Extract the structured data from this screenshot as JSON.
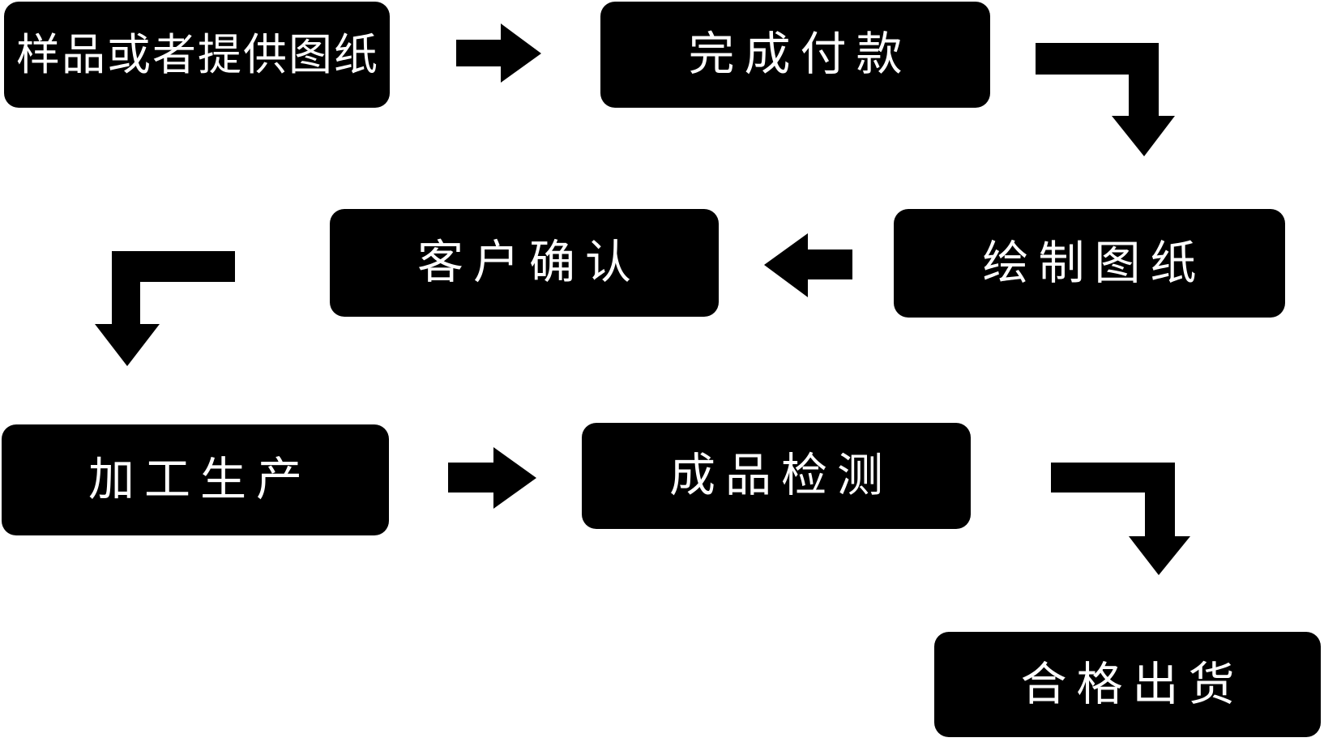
{
  "flow": {
    "background_color": "#ffffff",
    "node_fill_color": "#000000",
    "node_text_color": "#ffffff",
    "arrow_color": "#000000",
    "nodes": [
      {
        "label": "样品或者提供图纸"
      },
      {
        "label": "完成付款"
      },
      {
        "label": "客户确认"
      },
      {
        "label": "绘制图纸"
      },
      {
        "label": "加工生产"
      },
      {
        "label": "成品检测"
      },
      {
        "label": "合格出货"
      }
    ],
    "connections": [
      {
        "from": "样品或者提供图纸",
        "to": "完成付款",
        "icon": "arrow-right"
      },
      {
        "from": "完成付款",
        "to": "绘制图纸",
        "icon": "arrow-elbow-down-right"
      },
      {
        "from": "绘制图纸",
        "to": "客户确认",
        "icon": "arrow-left"
      },
      {
        "from": "客户确认",
        "to": "加工生产",
        "icon": "arrow-elbow-down-left"
      },
      {
        "from": "加工生产",
        "to": "成品检测",
        "icon": "arrow-right"
      },
      {
        "from": "成品检测",
        "to": "合格出货",
        "icon": "arrow-elbow-down-right"
      }
    ]
  }
}
